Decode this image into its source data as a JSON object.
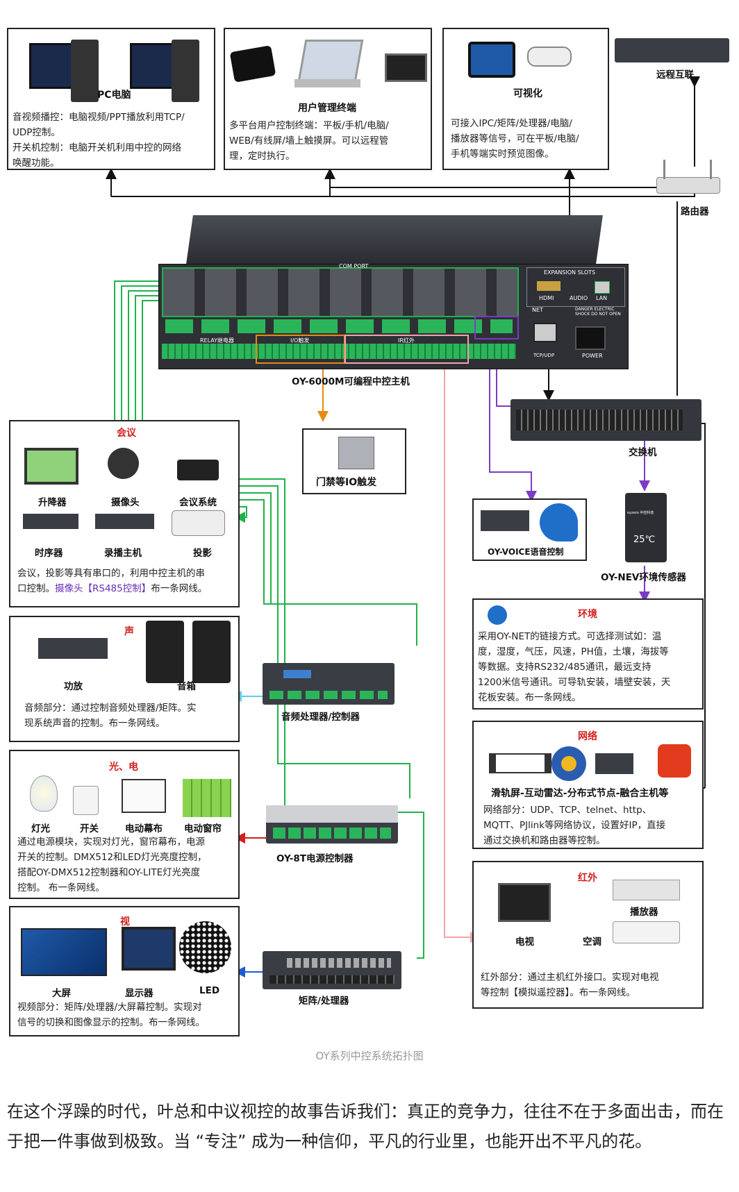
{
  "pc": {
    "title": "PC电脑",
    "desc": [
      "音视频播控：电脑视频/PPT播放利用TCP/",
      "UDP控制。",
      "开关机控制：电脑开关机利用中控的网络",
      "唤醒功能。"
    ]
  },
  "terminal": {
    "title": "用户管理终端",
    "desc": [
      "多平台用户控制终端：平板/手机/电脑/",
      "WEB/有线屏/墙上触摸屏。可以远程管",
      "理，定时执行。"
    ]
  },
  "visual": {
    "title": "可视化",
    "desc": [
      "可接入IPC/矩阵/处理器/电脑/",
      "播放器等信号，可在平板/电脑/",
      "手机等端实时预览图像。"
    ]
  },
  "remote": {
    "title": "远程互联"
  },
  "router": {
    "title": "路由器"
  },
  "host": {
    "title": "OY-6000M可编程中控主机",
    "com_port": "COM PORT",
    "expansion": "EXPANSION SLOTS",
    "hdmi": "HDMI",
    "audio": "AUDIO",
    "lan": "LAN",
    "net": "NET",
    "power": "POWER",
    "danger": "DANGER ELECTRIC SHOCK DO NOT OPEN",
    "relay": "RELAY继电器",
    "io": "I/O触发",
    "ir": "IR红外",
    "tcp_udp": "TCP/UDP"
  },
  "door": {
    "title": "门禁等IO触发"
  },
  "switch": {
    "title": "交换机"
  },
  "meeting": {
    "heading": "会议",
    "items": [
      "升降器",
      "摄像头",
      "会议系统",
      "时序器",
      "录播主机",
      "投影"
    ],
    "desc1": "会议，投影等具有串口的，利用中控主机的串",
    "desc2_a": "口控制。",
    "desc2_b": "摄像头【RS485控制】",
    "desc2_c": "布一条网线。"
  },
  "sound": {
    "heading": "声",
    "items": [
      "功放",
      "音箱"
    ],
    "desc": [
      "音频部分：通过控制音频处理器/矩阵。实",
      "现系统声音的控制。布一条网线。"
    ]
  },
  "audio_proc": {
    "title": "音频处理器/控制器"
  },
  "light": {
    "heading": "光、电",
    "items": [
      "灯光",
      "开关",
      "电动幕布",
      "电动窗帘"
    ],
    "desc": [
      "通过电源模块，实现对灯光，窗帘幕布，电源",
      "开关的控制。DMX512和LED灯光亮度控制，",
      "搭配OY-DMX512控制器和OY-LITE灯光亮度",
      "控制。    布一条网线。"
    ]
  },
  "power_ctrl": {
    "title": "OY-8T电源控制器"
  },
  "video": {
    "heading": "视",
    "items": [
      "大屏",
      "显示器",
      "LED"
    ],
    "desc": [
      "视频部分：矩阵/处理器/大屏幕控制。实现对",
      "信号的切换和图像显示的控制。布一条网线。"
    ]
  },
  "matrix": {
    "title": "矩阵/处理器"
  },
  "voice": {
    "title": "OY-VOICE语音控制"
  },
  "nev": {
    "title": "OY-NEV环境传感器",
    "reading": "25℃",
    "brand": "oyzero 中控科技"
  },
  "env": {
    "heading": "环境",
    "desc": [
      "采用OY-NET的链接方式。可选择测试如：温",
      "度，湿度，气压，风速，PH值，土壤，海拔等",
      "等数据。支持RS232/485通讯，最远支持",
      "1200米信号通讯。可导轨安装，墙壁安装，天",
      "花板安装。布一条网线。"
    ]
  },
  "network": {
    "heading": "网络",
    "subtitle": "滑轨屏-互动雷达-分布式节点-融合主机等",
    "desc": [
      "网络部分：UDP、TCP、telnet、http、",
      "MQTT、PJlink等网络协议，设置好IP，直接",
      "通过交换机和路由器等控制。"
    ]
  },
  "infrared": {
    "heading": "红外",
    "items": [
      "电视",
      "空调",
      "播放器"
    ],
    "desc": [
      "红外部分：通过主机红外接口。实现对电视",
      "等控制【模拟遥控器】。布一条网线。"
    ]
  },
  "caption": "OY系列中控系统拓扑图",
  "paragraph": "在这个浮躁的时代，叶总和中议视控的故事告诉我们：真正的竞争力，往往不在于多面出击，而在于把一件事做到极致。当 “专注” 成为一种信仰，平凡的行业里，也能开出不平凡的花。",
  "colors": {
    "green": "#1fb24a",
    "orange": "#e58a12",
    "pink": "#f2a3a8",
    "purple": "#7b3bc4",
    "blue": "#1d5bd6",
    "cyan": "#5ccbe8",
    "red": "#d21f1f",
    "black": "#111111"
  }
}
